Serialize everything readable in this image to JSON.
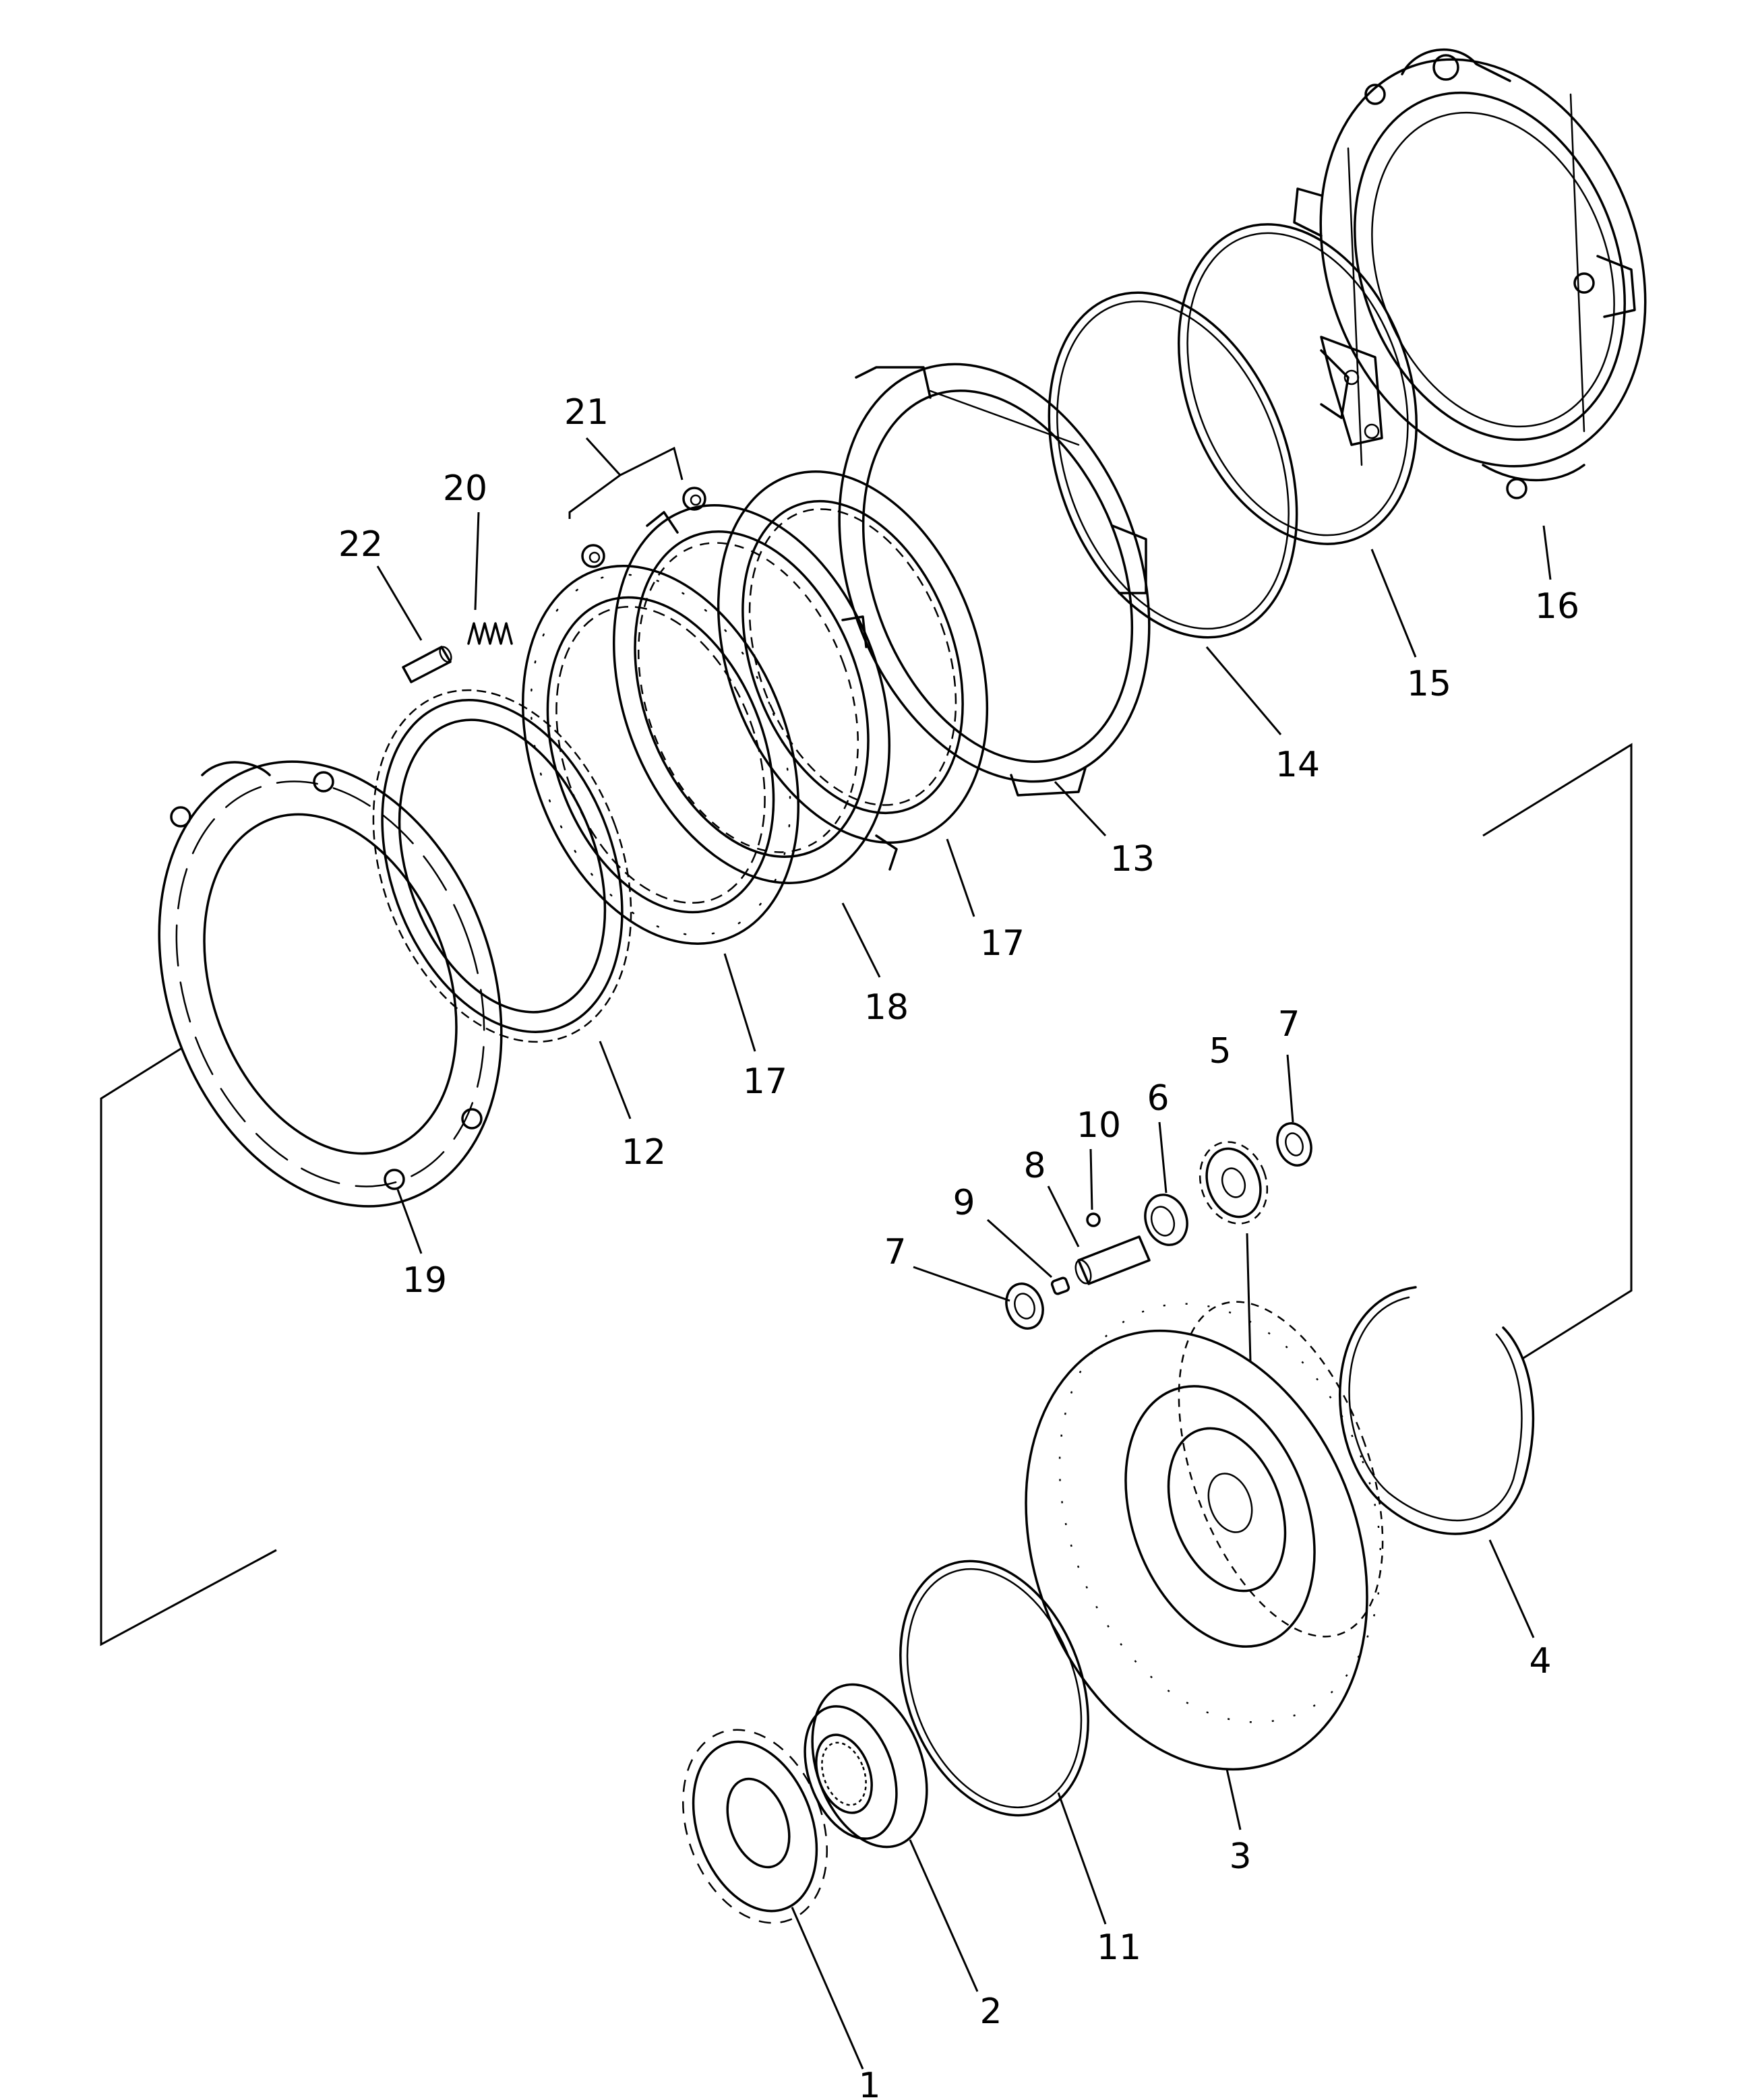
{
  "callouts": {
    "c1": "1",
    "c2": "2",
    "c3": "3",
    "c4": "4",
    "c5": "5",
    "c6": "6",
    "c7a": "7",
    "c7b": "7",
    "c8": "8",
    "c9": "9",
    "c10": "10",
    "c11": "11",
    "c12": "12",
    "c13": "13",
    "c14": "14",
    "c15": "15",
    "c16": "16",
    "c17a": "17",
    "c17b": "17",
    "c18": "18",
    "c19": "19",
    "c20": "20",
    "c21": "21",
    "c22": "22"
  }
}
